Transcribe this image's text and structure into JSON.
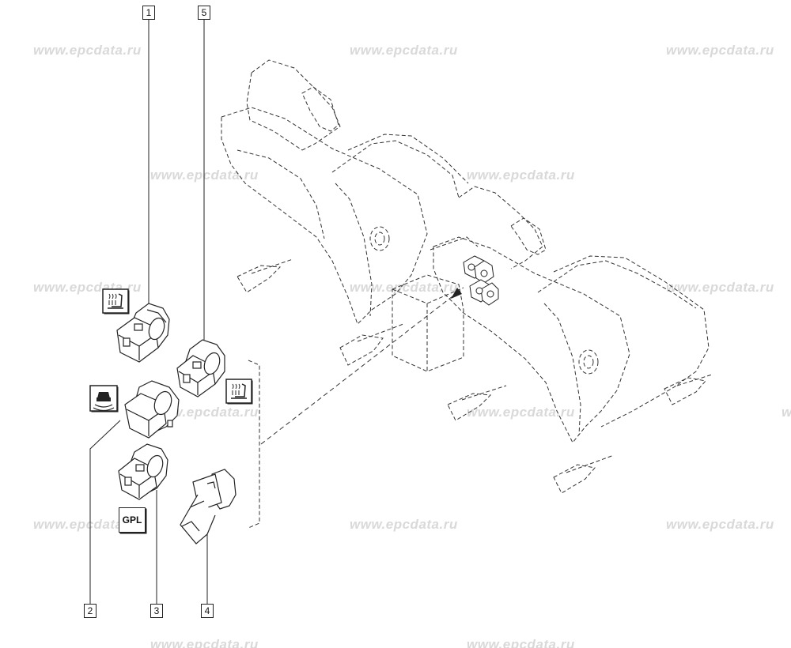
{
  "watermark": "www.epcdata.ru",
  "callouts": {
    "c1": "1",
    "c2": "2",
    "c3": "3",
    "c4": "4",
    "c5": "5"
  },
  "symbols": {
    "gpl": "GPL",
    "seat_heater_icon": "seat-heater-icon",
    "sound_system_icon": "parking-sensor-icon"
  },
  "colors": {
    "line": "#222222",
    "dash": "#333333",
    "watermark": "#d9d9d9"
  }
}
